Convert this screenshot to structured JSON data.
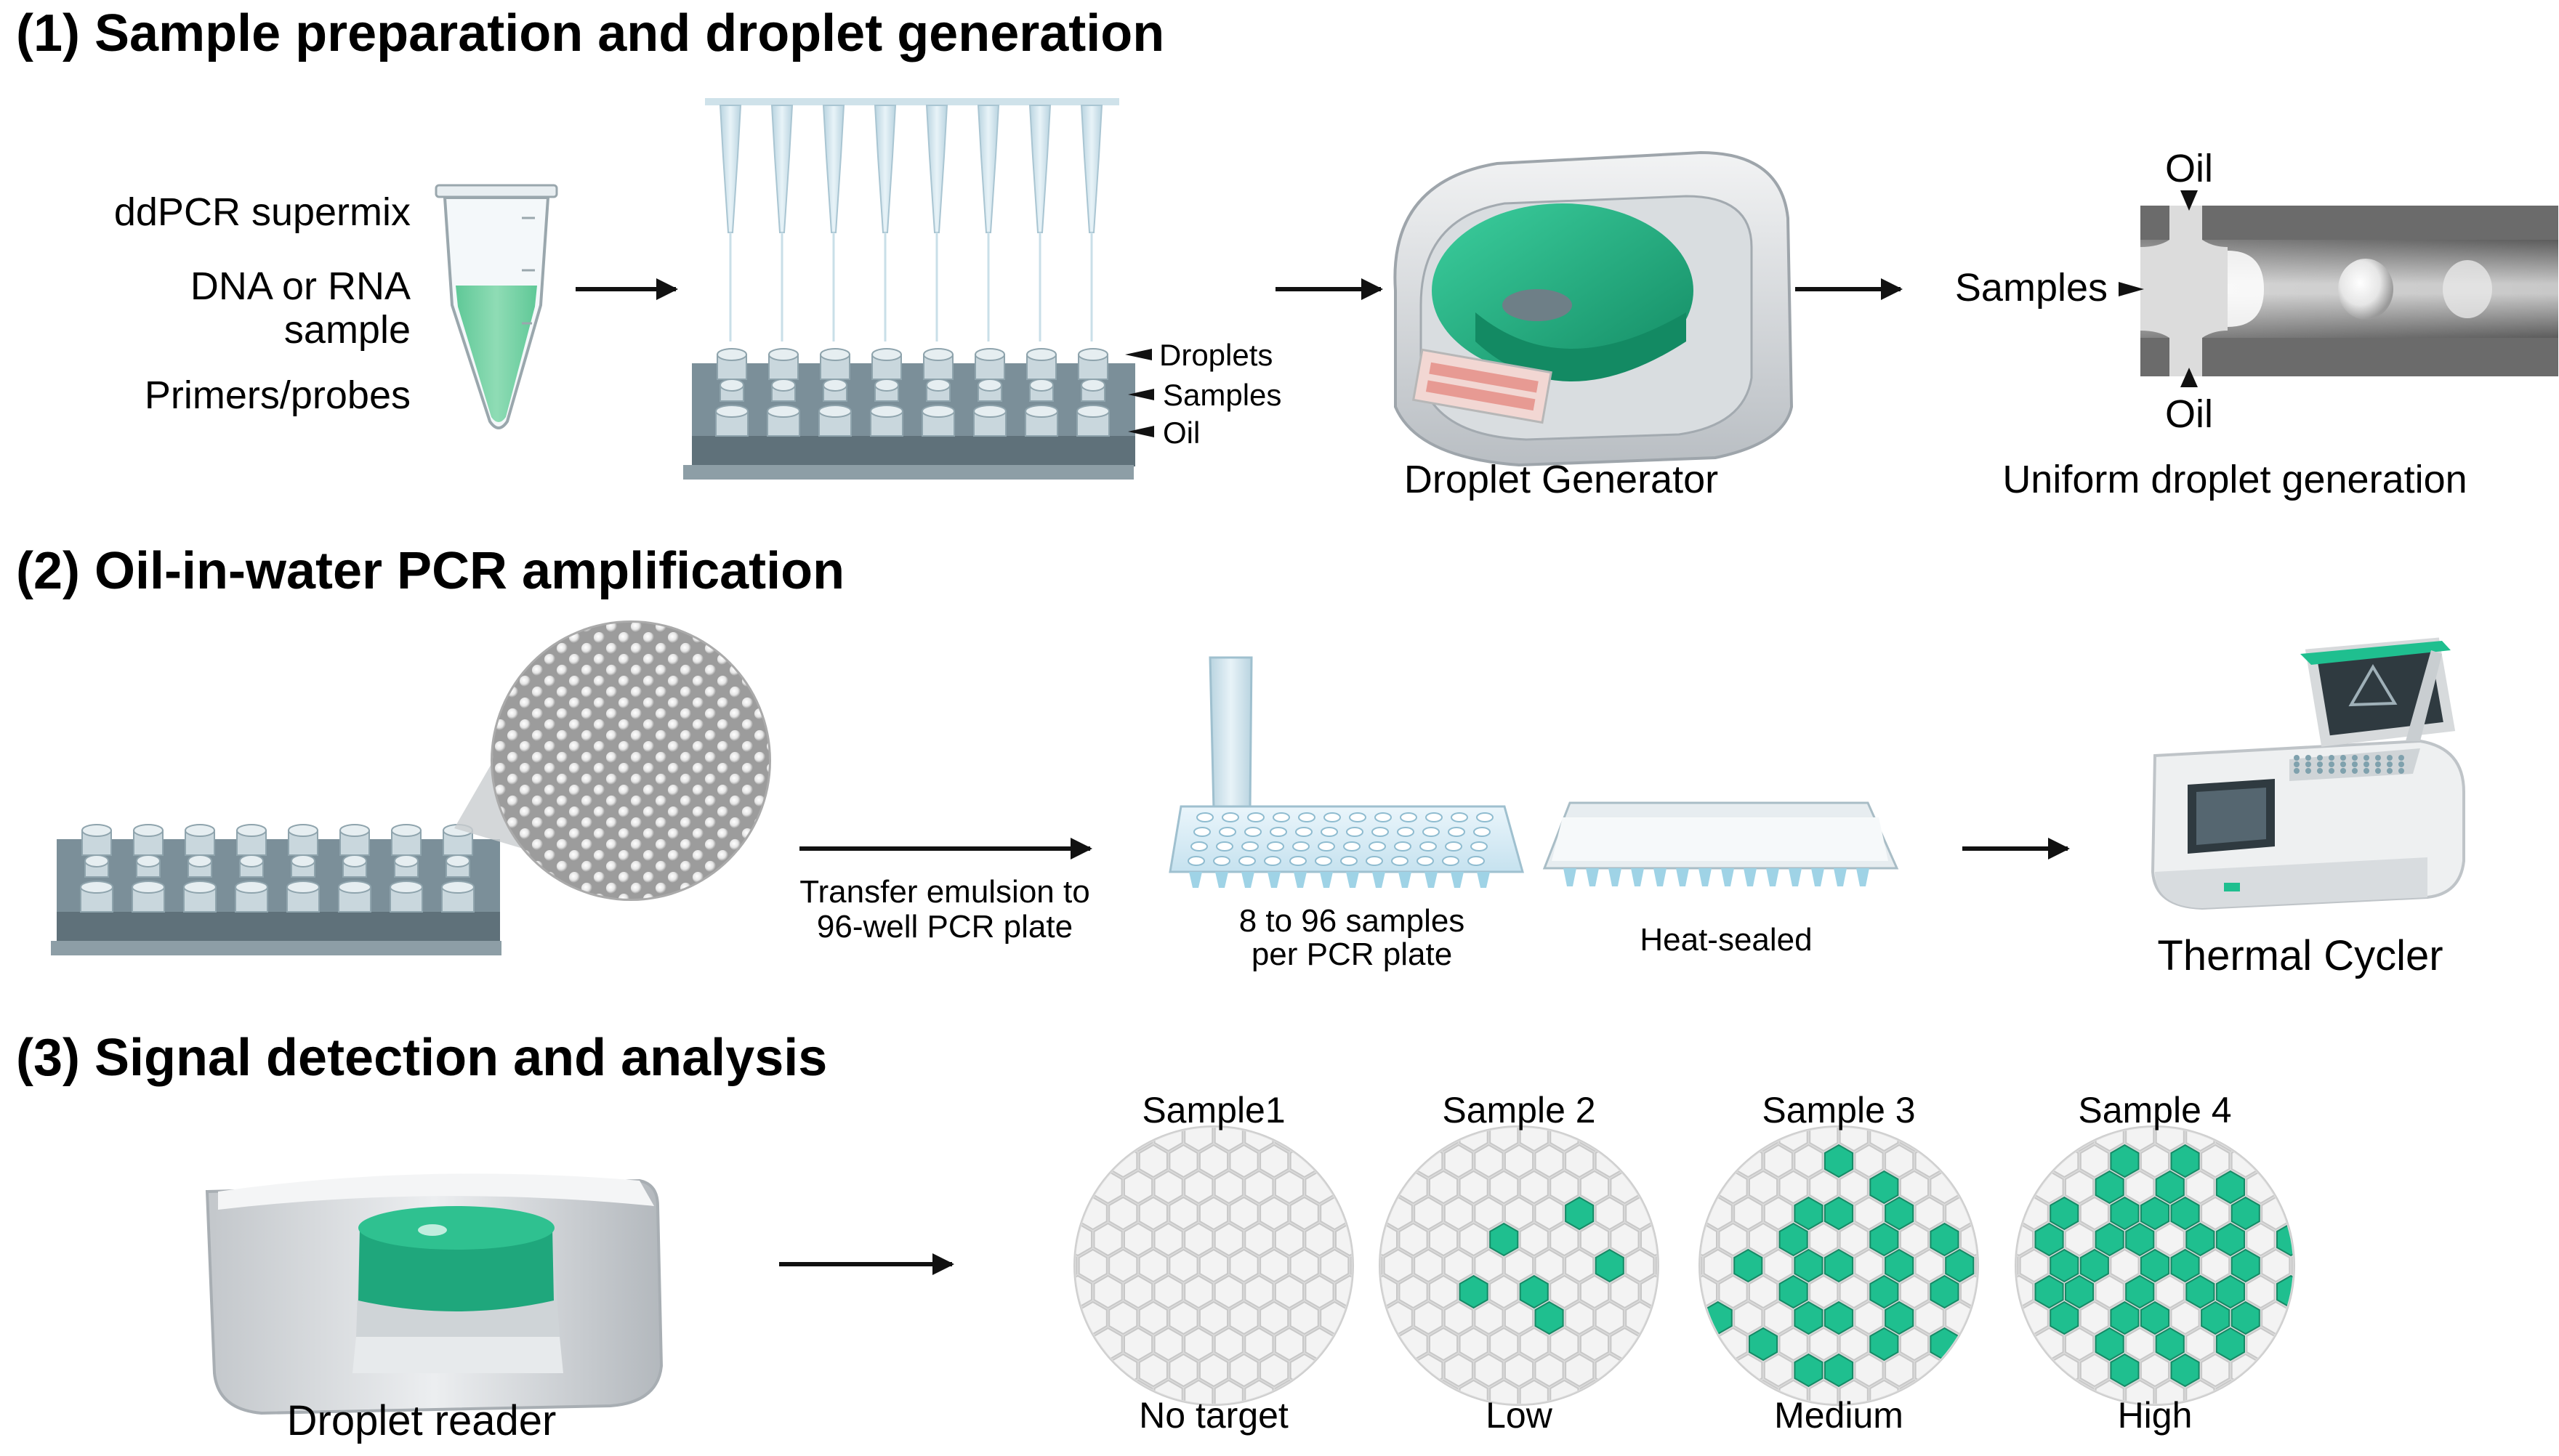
{
  "sections": [
    {
      "title": "(1) Sample preparation and droplet generation"
    },
    {
      "title": "(2) Oil-in-water PCR amplification"
    },
    {
      "title": "(3) Signal detection and analysis"
    }
  ],
  "step1": {
    "tube_labels": [
      "ddPCR supermix",
      "DNA or RNA",
      "sample",
      "Primers/probes"
    ],
    "cartridge_labels": {
      "droplets": "Droplets",
      "samples": "Samples",
      "oil": "Oil"
    },
    "generator_label": "Droplet Generator",
    "channel": {
      "oil_top": "Oil",
      "samples": "Samples",
      "oil_bottom": "Oil",
      "caption": "Uniform droplet generation"
    }
  },
  "step2": {
    "transfer_label": [
      "Transfer emulsion to",
      "96-well PCR plate"
    ],
    "plate_label": [
      "8 to 96 samples",
      "per PCR plate"
    ],
    "sealed_label": "Heat-sealed",
    "cycler_label": "Thermal Cycler"
  },
  "step3": {
    "reader_label": "Droplet reader",
    "samples": [
      {
        "name": "Sample1",
        "level": "No target"
      },
      {
        "name": "Sample 2",
        "level": "Low"
      },
      {
        "name": "Sample 3",
        "level": "Medium"
      },
      {
        "name": "Sample 4",
        "level": "High"
      }
    ]
  },
  "colors": {
    "green": "#1fbf8f",
    "green_dark": "#168a66",
    "gray_plate": "#7b8f99",
    "text": "#111111"
  }
}
